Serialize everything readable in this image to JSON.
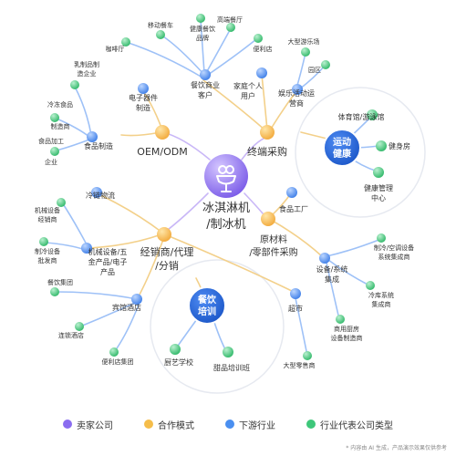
{
  "center": {
    "line1": "冰淇淋机",
    "line2": "/制冰机",
    "icon": "ice-cream-icon",
    "color": "#8a6cf0"
  },
  "modes": {
    "oem": "OEM/ODM",
    "terminal": "终端采购",
    "dealer": {
      "line1": "经销商/代理",
      "line2": "/分销"
    },
    "materials": {
      "line1": "原材料",
      "line2": "/零部件采购"
    }
  },
  "industries": {
    "electronics": {
      "line1": "电子器件",
      "line2": "制造"
    },
    "food": "食品制造",
    "catering": {
      "line1": "餐饮商业",
      "line2": "客户"
    },
    "individual": {
      "line1": "家庭个人",
      "line2": "用户"
    },
    "entertainment": {
      "line1": "娱乐活动运",
      "line2": "营商"
    },
    "food_factory": "食品工厂",
    "coldchain": "冷链物流",
    "machinery": {
      "line1": "机械设备/五",
      "line2": "金产品/电子",
      "line3": "产品"
    },
    "hotel": "宾馆酒店",
    "equipment": {
      "line1": "设备/系统",
      "line2": "集成"
    },
    "supermarket": "超市"
  },
  "companies": {
    "dairy": {
      "line1": "乳制品制",
      "line2": "造企业"
    },
    "frozen": {
      "line1": "冷冻食品",
      "line2": "制造商"
    },
    "foodproc": {
      "line1": "食品加工",
      "line2": "企业"
    },
    "coffee": "咖啡厅",
    "foodtruck": "移动餐车",
    "healthy": {
      "line1": "健康餐饮",
      "line2": "品牌"
    },
    "upscale": "高端餐厅",
    "conv_top": "便利店",
    "amusement": "大型游乐场",
    "park": "园区",
    "gym": {
      "line1": "体育馆",
      "line2": "/游泳馆"
    },
    "fitness": "健身房",
    "healthmgmt": {
      "line1": "健康管理",
      "line2": "中心"
    },
    "machdealer": {
      "line1": "机械设备",
      "line2": "经销商"
    },
    "coldwholesale": {
      "line1": "制冷设备",
      "line2": "批发商"
    },
    "cateringgroup": "餐饮集团",
    "chainhotel": "连锁酒店",
    "convgroup": "便利店集团",
    "chefschool": "厨艺学校",
    "dessert": "甜品培训班",
    "bigretail": "大型零售商",
    "acintegrator": {
      "line1": "制冷/空调设备",
      "line2": "系统集成商"
    },
    "coldsystem": {
      "line1": "冷库系统",
      "line2": "集成商"
    },
    "kitchen": {
      "line1": "商用厨房",
      "line2": "设备制造商"
    }
  },
  "highlights": {
    "sports": {
      "line1": "运动",
      "line2": "健康"
    },
    "training": {
      "line1": "餐饮",
      "line2": "培训"
    }
  },
  "legend": {
    "seller": "卖家公司",
    "mode": "合作模式",
    "downstream": "下游行业",
    "representative": "行业代表公司类型"
  },
  "footnote": "* 内容由 AI 生成，产品演示效果仅供参考",
  "colors": {
    "purple": "#8a6cf0",
    "orange": "#f5bd4a",
    "blue": "#4a8ff0",
    "green": "#3ec77a",
    "badge": "#1f5fd1"
  }
}
